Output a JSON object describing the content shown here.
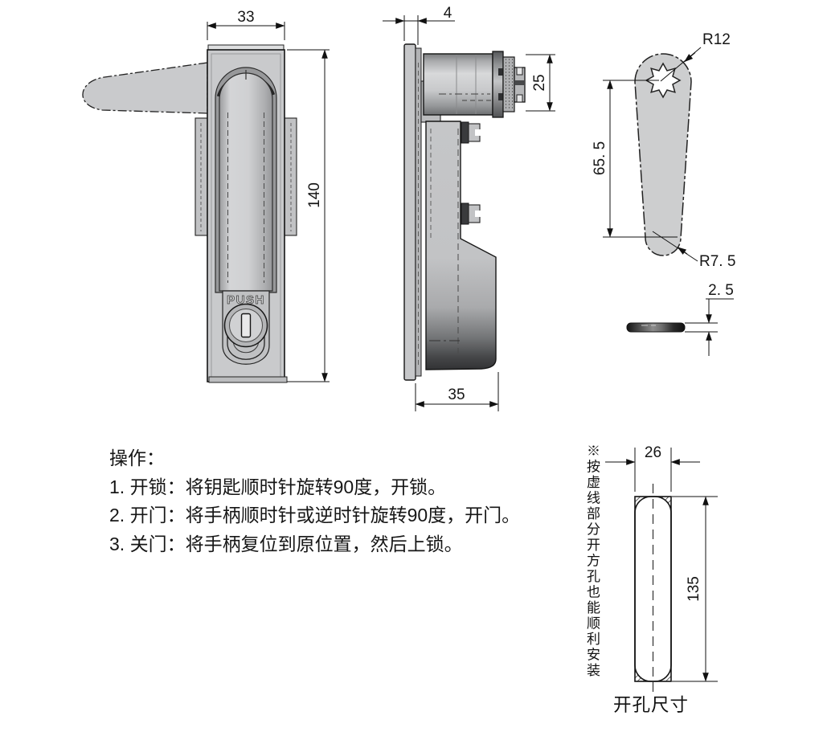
{
  "views": {
    "front": {
      "dim_width": "33",
      "dim_height": "140",
      "push_label": "PUSH"
    },
    "side": {
      "dim_panel": "4",
      "dim_cylinder": "25",
      "dim_depth": "35"
    },
    "handle": {
      "dim_top_radius": "R12",
      "dim_length": "65. 5",
      "dim_bottom_radius": "R7. 5",
      "dim_thickness": "2. 5"
    },
    "cutout": {
      "dim_width": "26",
      "dim_height": "135",
      "note_vertical": "※按虚线部分开方孔也能顺利安装",
      "caption": "开孔尺寸"
    }
  },
  "instructions": {
    "title": "操作：",
    "steps": [
      "1. 开锁：将钥匙顺时针旋转90度，开锁。",
      "2. 开门：将手柄顺时针或逆时针旋转90度，开门。",
      "3. 关门：将手柄复位到原位置，然后上锁。"
    ]
  },
  "colors": {
    "line": "#161616",
    "metal_light": "#c9cacc",
    "metal_dark": "#323335",
    "background": "#ffffff"
  }
}
